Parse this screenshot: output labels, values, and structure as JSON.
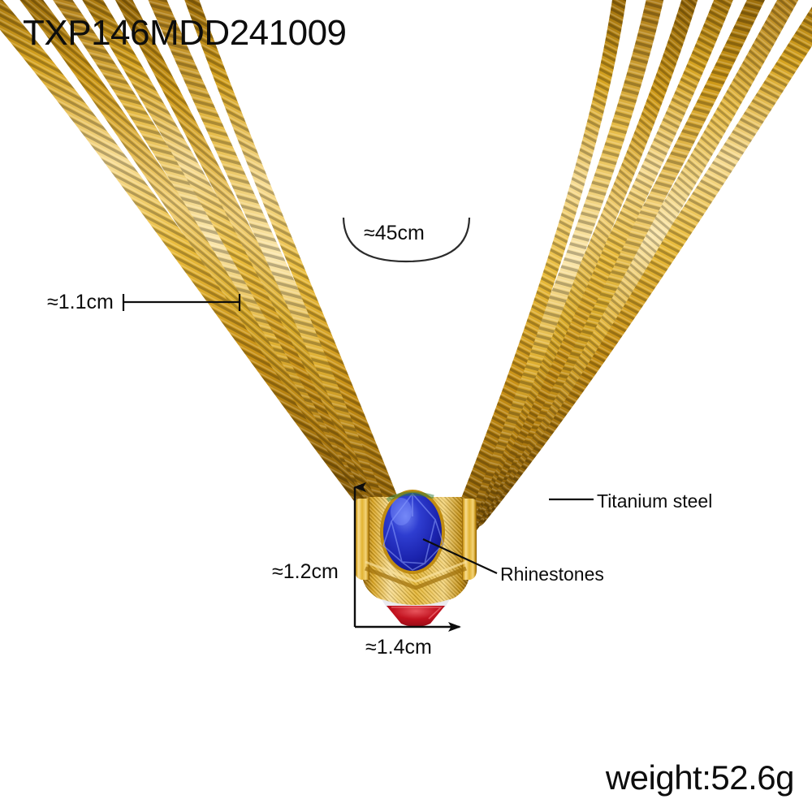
{
  "product": {
    "sku": "TXP146MDD241009",
    "weight_label": "weight:52.6g",
    "material_primary": "Titanium steel",
    "material_secondary": "Rhinestones"
  },
  "dimensions": {
    "necklace_length": "≈45cm",
    "chain_width": "≈1.1cm",
    "pendant_height": "≈1.2cm",
    "pendant_width": "≈1.4cm"
  },
  "colors": {
    "gold_dark": "#8a5e08",
    "gold_mid": "#cf9a16",
    "gold_bright": "#efc githubusercontent",
    "gold_light": "#f6dd8f",
    "stone_blue_dark": "#141496",
    "stone_blue": "#2330c6",
    "stone_blue_light": "#5a6fe8",
    "stone_red": "#c2121f",
    "annotation": "#0d0d0d",
    "background": "#ffffff"
  },
  "annotations": {
    "length_arc": "semicircular-arc",
    "width_dimension_line": "capped-line",
    "height_axis": "up-arrow",
    "bottom_axis": "right-arrow",
    "titanium_leader": "horizontal-leader-line",
    "rhinestone_leader": "diagonal-leader-line"
  }
}
